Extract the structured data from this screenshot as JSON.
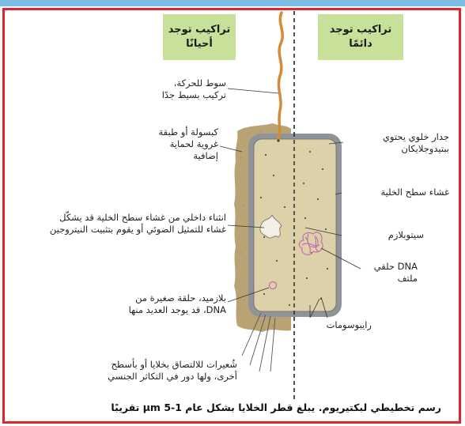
{
  "headers": {
    "sometimes": [
      "تراكيب توجد",
      "أحيانًا"
    ],
    "always": "تراكيب توجد دائمًا"
  },
  "labels": {
    "flagellum": [
      "سوط للحركة،",
      "تركيب بسيط جدًا"
    ],
    "capsule": [
      "كبسولة أو طبقة",
      "غروية لحماية",
      "إضافية"
    ],
    "cell_wall": [
      "جدار خلوي يحتوي",
      "ببتيدوجلايكان"
    ],
    "cell_membrane": "غشاء سطح الخلية",
    "mesosome": [
      "انثناء داخلي من غشاء سطح الخلية قد يشكّل",
      "غشاء للتمثيل الضوئي أو يقوم بتثبيت النيتروجين"
    ],
    "cytoplasm": "سيتوبلازم",
    "dna": [
      "DNA حلقي",
      "ملتف"
    ],
    "plasmid": [
      "بلازميد، حلقة صغيرة من",
      "DNA، قد يوجد العديد منها"
    ],
    "ribosomes": "رايبوسومات",
    "pili": [
      "شُعيرات للالتصاق بخلايا أو بأسطح",
      "أخرى، ولها دور في التكاثر الجنسي"
    ]
  },
  "caption": "رسم تخطيطي لبكتيريوم. يبلغ قطر الخلايا بشكل عام 1-5 μm تقريبًا",
  "colors": {
    "frame": "#e0262b",
    "header_bg": "#c7e09a",
    "capsule": "#b9a273",
    "wall": "#8f949a",
    "cytoplasm": "#ddd1a9",
    "flagellum": "#d58a35",
    "dna": "#c466b1"
  }
}
